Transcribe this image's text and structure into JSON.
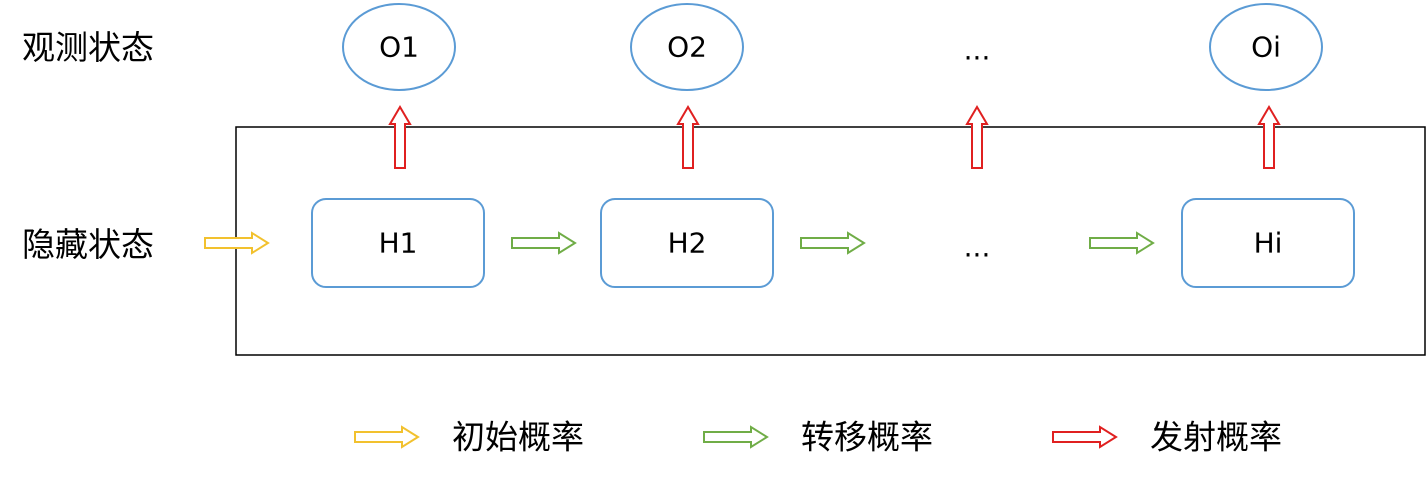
{
  "rows": {
    "observed_label": "观测状态",
    "hidden_label": "隐藏状态"
  },
  "observed_nodes": [
    "O1",
    "O2",
    "...",
    "Oi"
  ],
  "hidden_nodes": [
    "H1",
    "H2",
    "...",
    "Hi"
  ],
  "legend": [
    {
      "label": "初始概率",
      "arrow": "yellow-arrow"
    },
    {
      "label": "转移概率",
      "arrow": "green-arrow"
    },
    {
      "label": "发射概率",
      "arrow": "red-arrow"
    }
  ],
  "colors": {
    "initial": "#F2C12E",
    "transition": "#70AD47",
    "emission": "#E02020",
    "node_border": "#5B9BD5",
    "frame": "#000000"
  }
}
